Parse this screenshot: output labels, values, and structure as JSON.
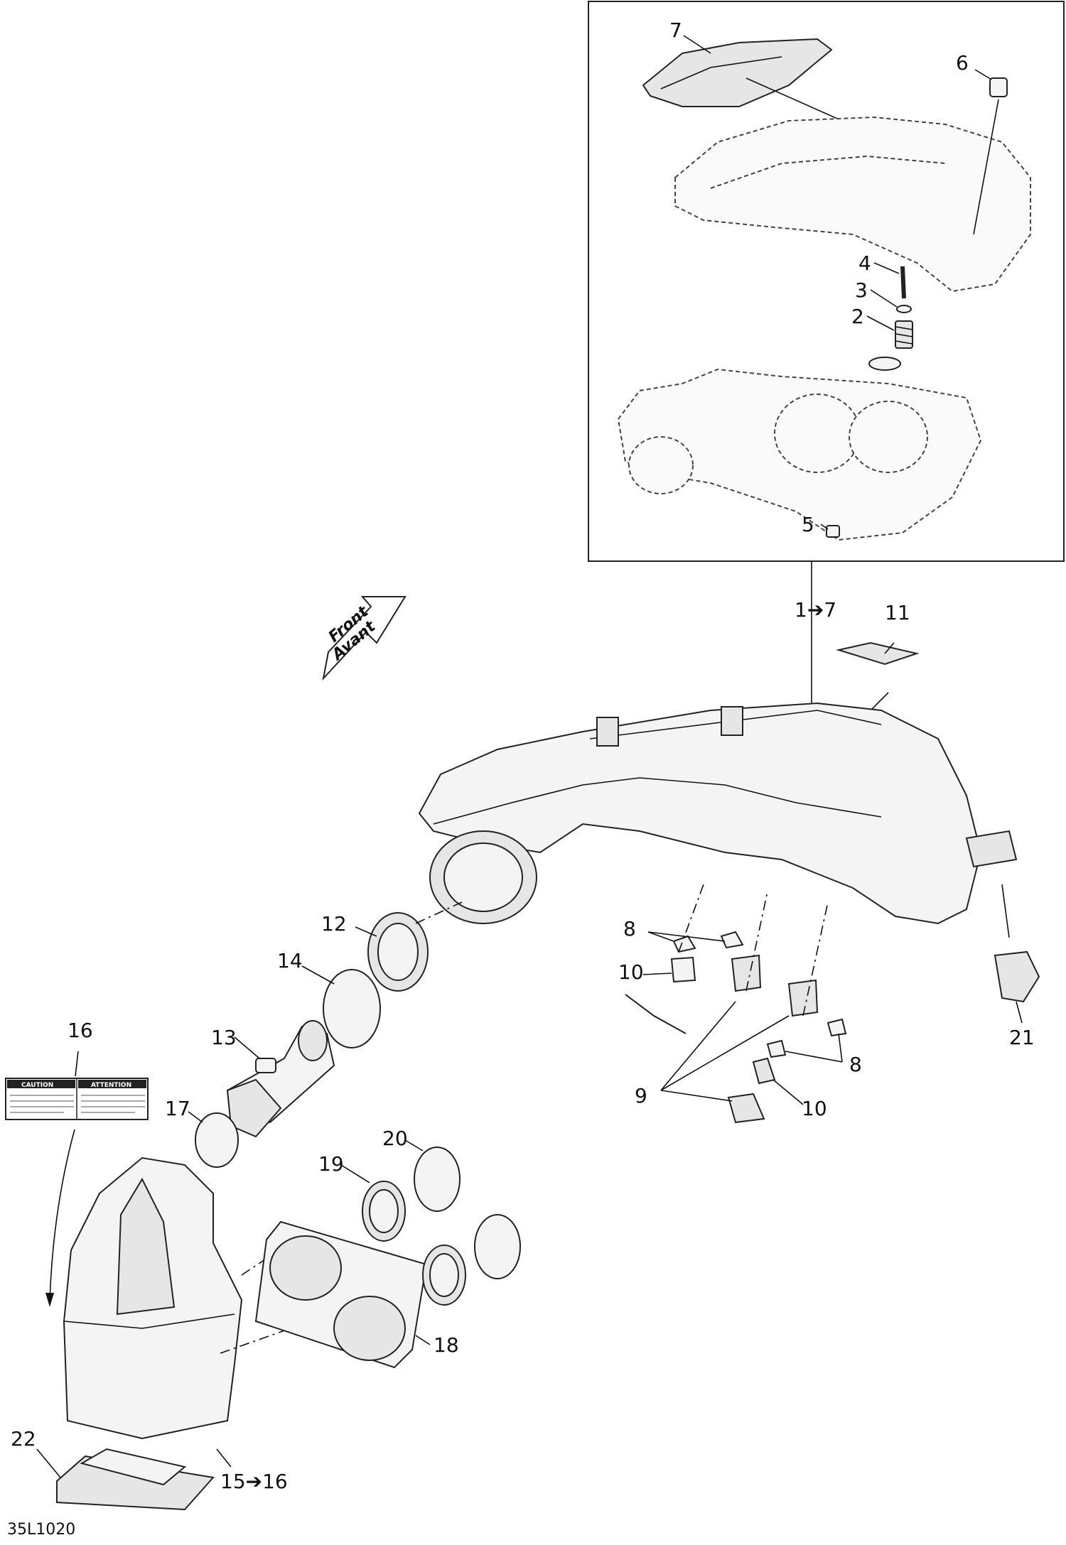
{
  "diagram_id": "35L1020",
  "front_arrow": {
    "line1": "Front",
    "line2": "Avant"
  },
  "callouts": {
    "c1_7": "1➔7",
    "c2": "2",
    "c3": "3",
    "c4": "4",
    "c5": "5",
    "c6": "6",
    "c7": "7",
    "c8a": "8",
    "c8b": "8",
    "c9": "9",
    "c10a": "10",
    "c10b": "10",
    "c11": "11",
    "c12": "12",
    "c13": "13",
    "c14": "14",
    "c15_16": "15➔16",
    "c16": "16",
    "c17": "17",
    "c18": "18",
    "c19": "19",
    "c20": "20",
    "c21": "21",
    "c22": "22"
  },
  "warning_label": {
    "left_header": "CAUTION",
    "right_header": "ATTENTION"
  }
}
